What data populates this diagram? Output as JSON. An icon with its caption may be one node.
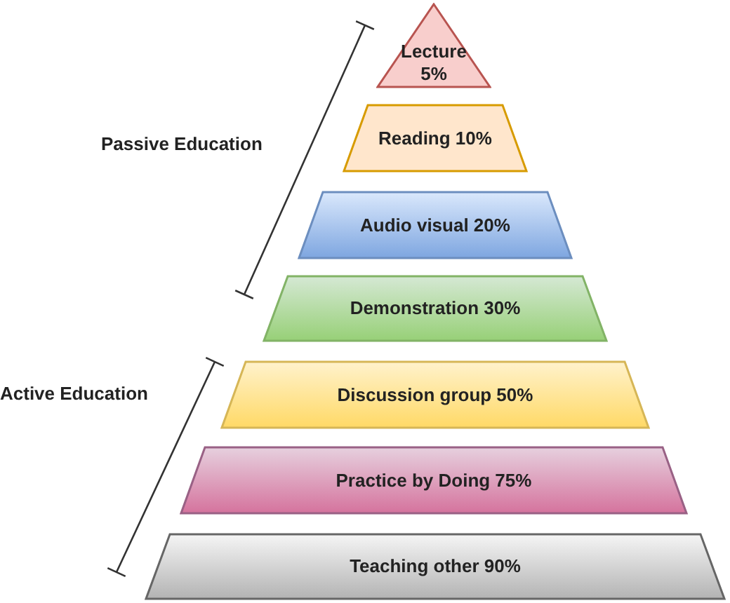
{
  "diagram": {
    "nodes": [
      {
        "text": [
          "Lecture 5%"
        ]
      },
      {
        "text": [
          "Reading 10%"
        ]
      },
      {
        "text": [
          "Audio visual 20%"
        ]
      },
      {
        "text": [
          "Demonstration 30%"
        ]
      },
      {
        "text": [
          "Discussion group 50%"
        ]
      },
      {
        "text": [
          "Practice by Doing 75%"
        ]
      },
      {
        "text": [
          "Teaching other 90%"
        ]
      }
    ],
    "labels": [
      "Passive Education",
      "Active Education"
    ]
  }
}
